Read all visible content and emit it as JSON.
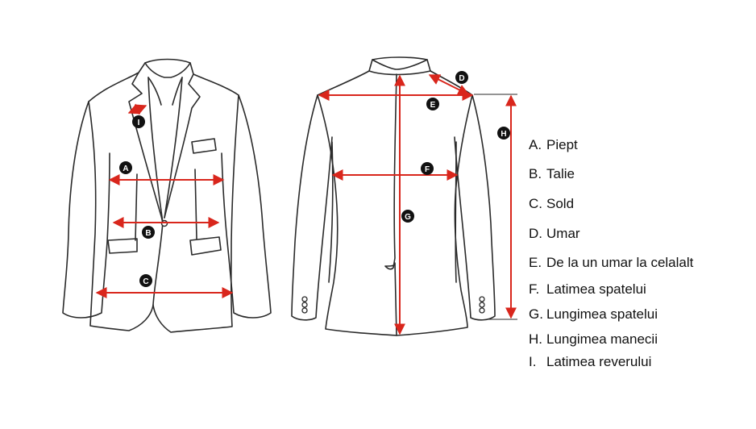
{
  "colors": {
    "outline": "#2a2a2a",
    "measure": "#d9261c",
    "badge": "#111111",
    "text": "#111111"
  },
  "badges": {
    "a": "A",
    "b": "B",
    "c": "C",
    "d": "D",
    "e": "E",
    "f": "F",
    "g": "G",
    "h": "H",
    "i": "I"
  },
  "legend": [
    {
      "letter": "A.",
      "label": "Piept"
    },
    {
      "letter": "B.",
      "label": "Talie"
    },
    {
      "letter": "C.",
      "label": "Sold"
    },
    {
      "letter": "D.",
      "label": "Umar"
    },
    {
      "letter": "E.",
      "label": "De la un umar la celalalt"
    },
    {
      "letter": "F.",
      "label": "Latimea spatelui"
    },
    {
      "letter": "G.",
      "label": "Lungimea spatelui"
    },
    {
      "letter": "H.",
      "label": "Lungimea manecii"
    },
    {
      "letter": "I.",
      "label": "Latimea reverului"
    }
  ]
}
